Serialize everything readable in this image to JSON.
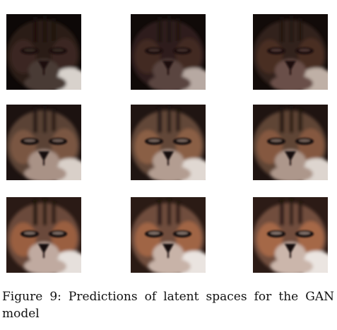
{
  "figure": {
    "caption": "Figure 9:  Predictions of latent spaces for the GAN model"
  },
  "grid": {
    "rows": 3,
    "cols": 3,
    "tiles": [
      {
        "content": "cat-face",
        "row": 1,
        "col": 1
      },
      {
        "content": "cat-face",
        "row": 1,
        "col": 2
      },
      {
        "content": "cat-face",
        "row": 1,
        "col": 3
      },
      {
        "content": "cat-face",
        "row": 2,
        "col": 1
      },
      {
        "content": "cat-face",
        "row": 2,
        "col": 2
      },
      {
        "content": "cat-face",
        "row": 2,
        "col": 3
      },
      {
        "content": "cat-face",
        "row": 3,
        "col": 1
      },
      {
        "content": "cat-face",
        "row": 3,
        "col": 2
      },
      {
        "content": "cat-face",
        "row": 3,
        "col": 3
      }
    ]
  }
}
